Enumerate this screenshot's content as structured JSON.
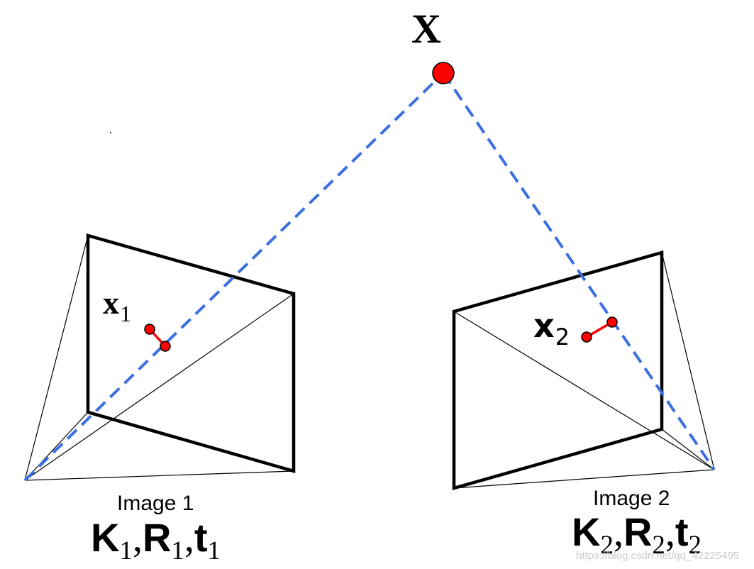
{
  "world_point": {
    "label": "X"
  },
  "image1": {
    "point_label": "x",
    "point_sub": "1",
    "caption": "Image 1",
    "params": [
      {
        "letter": "K",
        "sub": "1"
      },
      {
        "letter": "R",
        "sub": "1"
      },
      {
        "letter": "t",
        "sub": "1"
      }
    ]
  },
  "image2": {
    "point_label": "x",
    "point_sub": "2",
    "caption": "Image 2",
    "params": [
      {
        "letter": "K",
        "sub": "2"
      },
      {
        "letter": "R",
        "sub": "2"
      },
      {
        "letter": "t",
        "sub": "2"
      }
    ]
  },
  "separator": ",",
  "watermark": "https://blog.csdn.net/qq_42225495",
  "colors": {
    "ray": "#3b6fe0",
    "point": "#ff0000",
    "frame": "#000000"
  }
}
